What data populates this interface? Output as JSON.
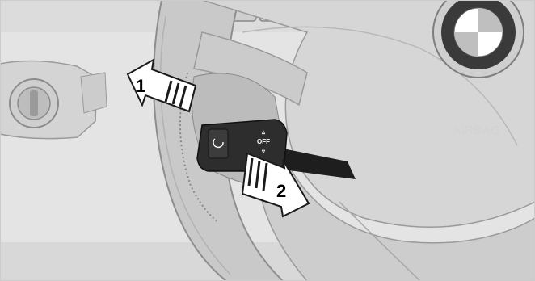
{
  "figure": {
    "airbag_label": "AIRBAG",
    "lever": {
      "off_label": "OFF",
      "up_symbol": "▵",
      "down_symbol": "▿"
    },
    "arrows": [
      {
        "number": "1"
      },
      {
        "number": "2"
      }
    ],
    "colors": {
      "background": "#e2e2e2",
      "wheel_rim": "#c8c8c8",
      "lever_body": "#2b2b2b",
      "arrow_fill": "#ffffff"
    }
  }
}
